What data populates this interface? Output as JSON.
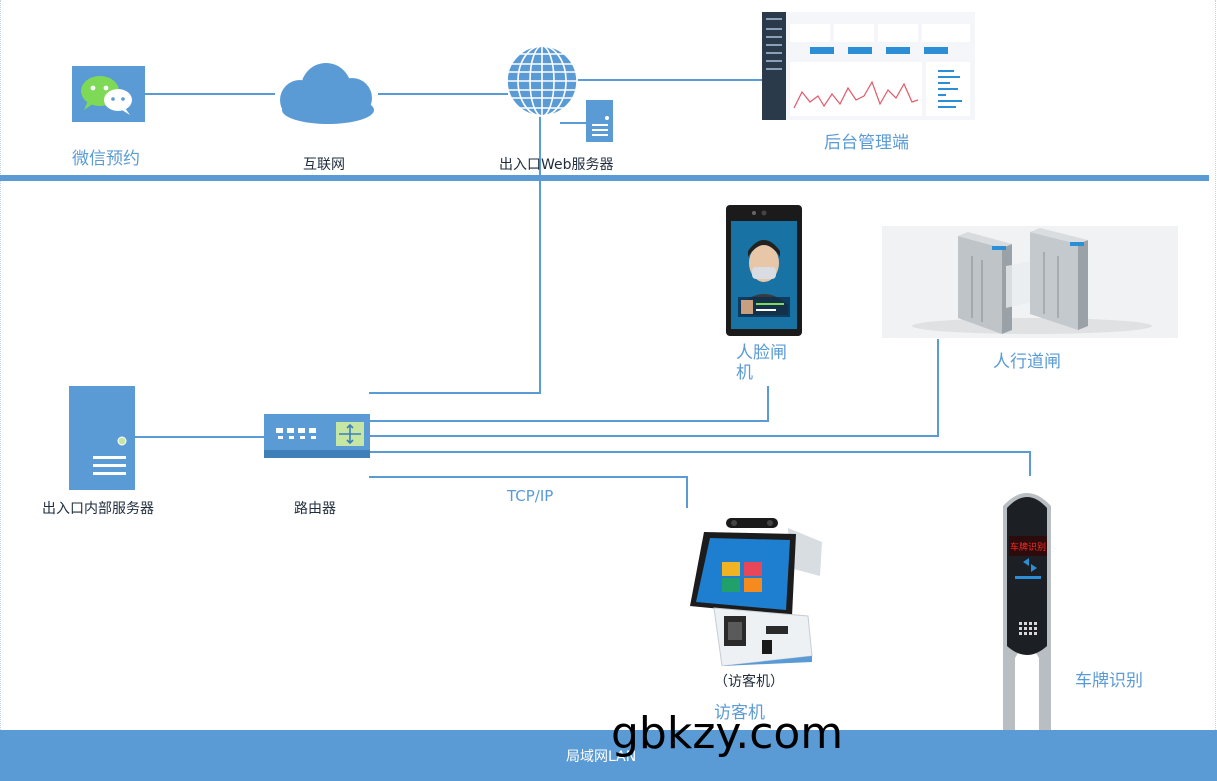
{
  "nodes": {
    "wechat": "微信预约",
    "internet": "互联网",
    "web_server": "出入口Web服务器",
    "admin": "后台管理端",
    "face_gate": "人脸闸机",
    "ped_gate": "人行道闸",
    "internal_server": "出入口内部服务器",
    "router": "路由器",
    "tcpip": "TCP/IP",
    "visitor_paren": "（访客机）",
    "visitor": "访客机",
    "plate": "车牌识别"
  },
  "footer": {
    "lan_label": "局域网LAN",
    "watermark": "gbkzy.com"
  },
  "plate_display": "车牌识别",
  "colors": {
    "line": "#5b9bd5",
    "footer": "#5b9bd5",
    "label_blue": "#5b9bd5"
  }
}
